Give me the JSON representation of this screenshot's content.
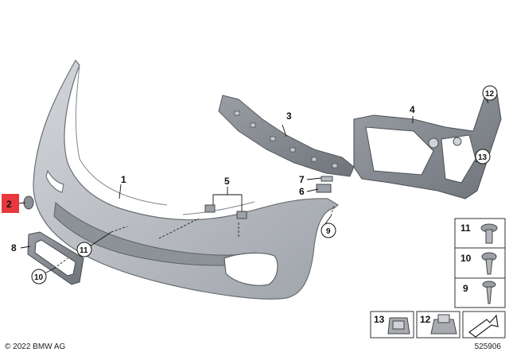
{
  "callouts": {
    "c1": "1",
    "c2": "2",
    "c3": "3",
    "c4": "4",
    "c5": "5",
    "c6": "6",
    "c7": "7",
    "c8": "8",
    "c9": "9",
    "c10": "10",
    "c11": "11",
    "c12": "12",
    "c13": "13"
  },
  "legend": {
    "items": [
      {
        "label": "11",
        "icon": "torx-bolt-icon"
      },
      {
        "label": "10",
        "icon": "screw-icon"
      },
      {
        "label": "9",
        "icon": "sheet-metal-screw-icon"
      }
    ],
    "bottom": [
      {
        "label": "13",
        "icon": "clip-icon"
      },
      {
        "label": "12",
        "icon": "nut-clip-icon"
      }
    ]
  },
  "colors": {
    "highlight": "#e8383d",
    "part_fill": "#bfc3c8",
    "part_dark": "#7d8288"
  },
  "footer": {
    "copyright": "© 2022 BMW AG",
    "diagram_number": "525906"
  }
}
